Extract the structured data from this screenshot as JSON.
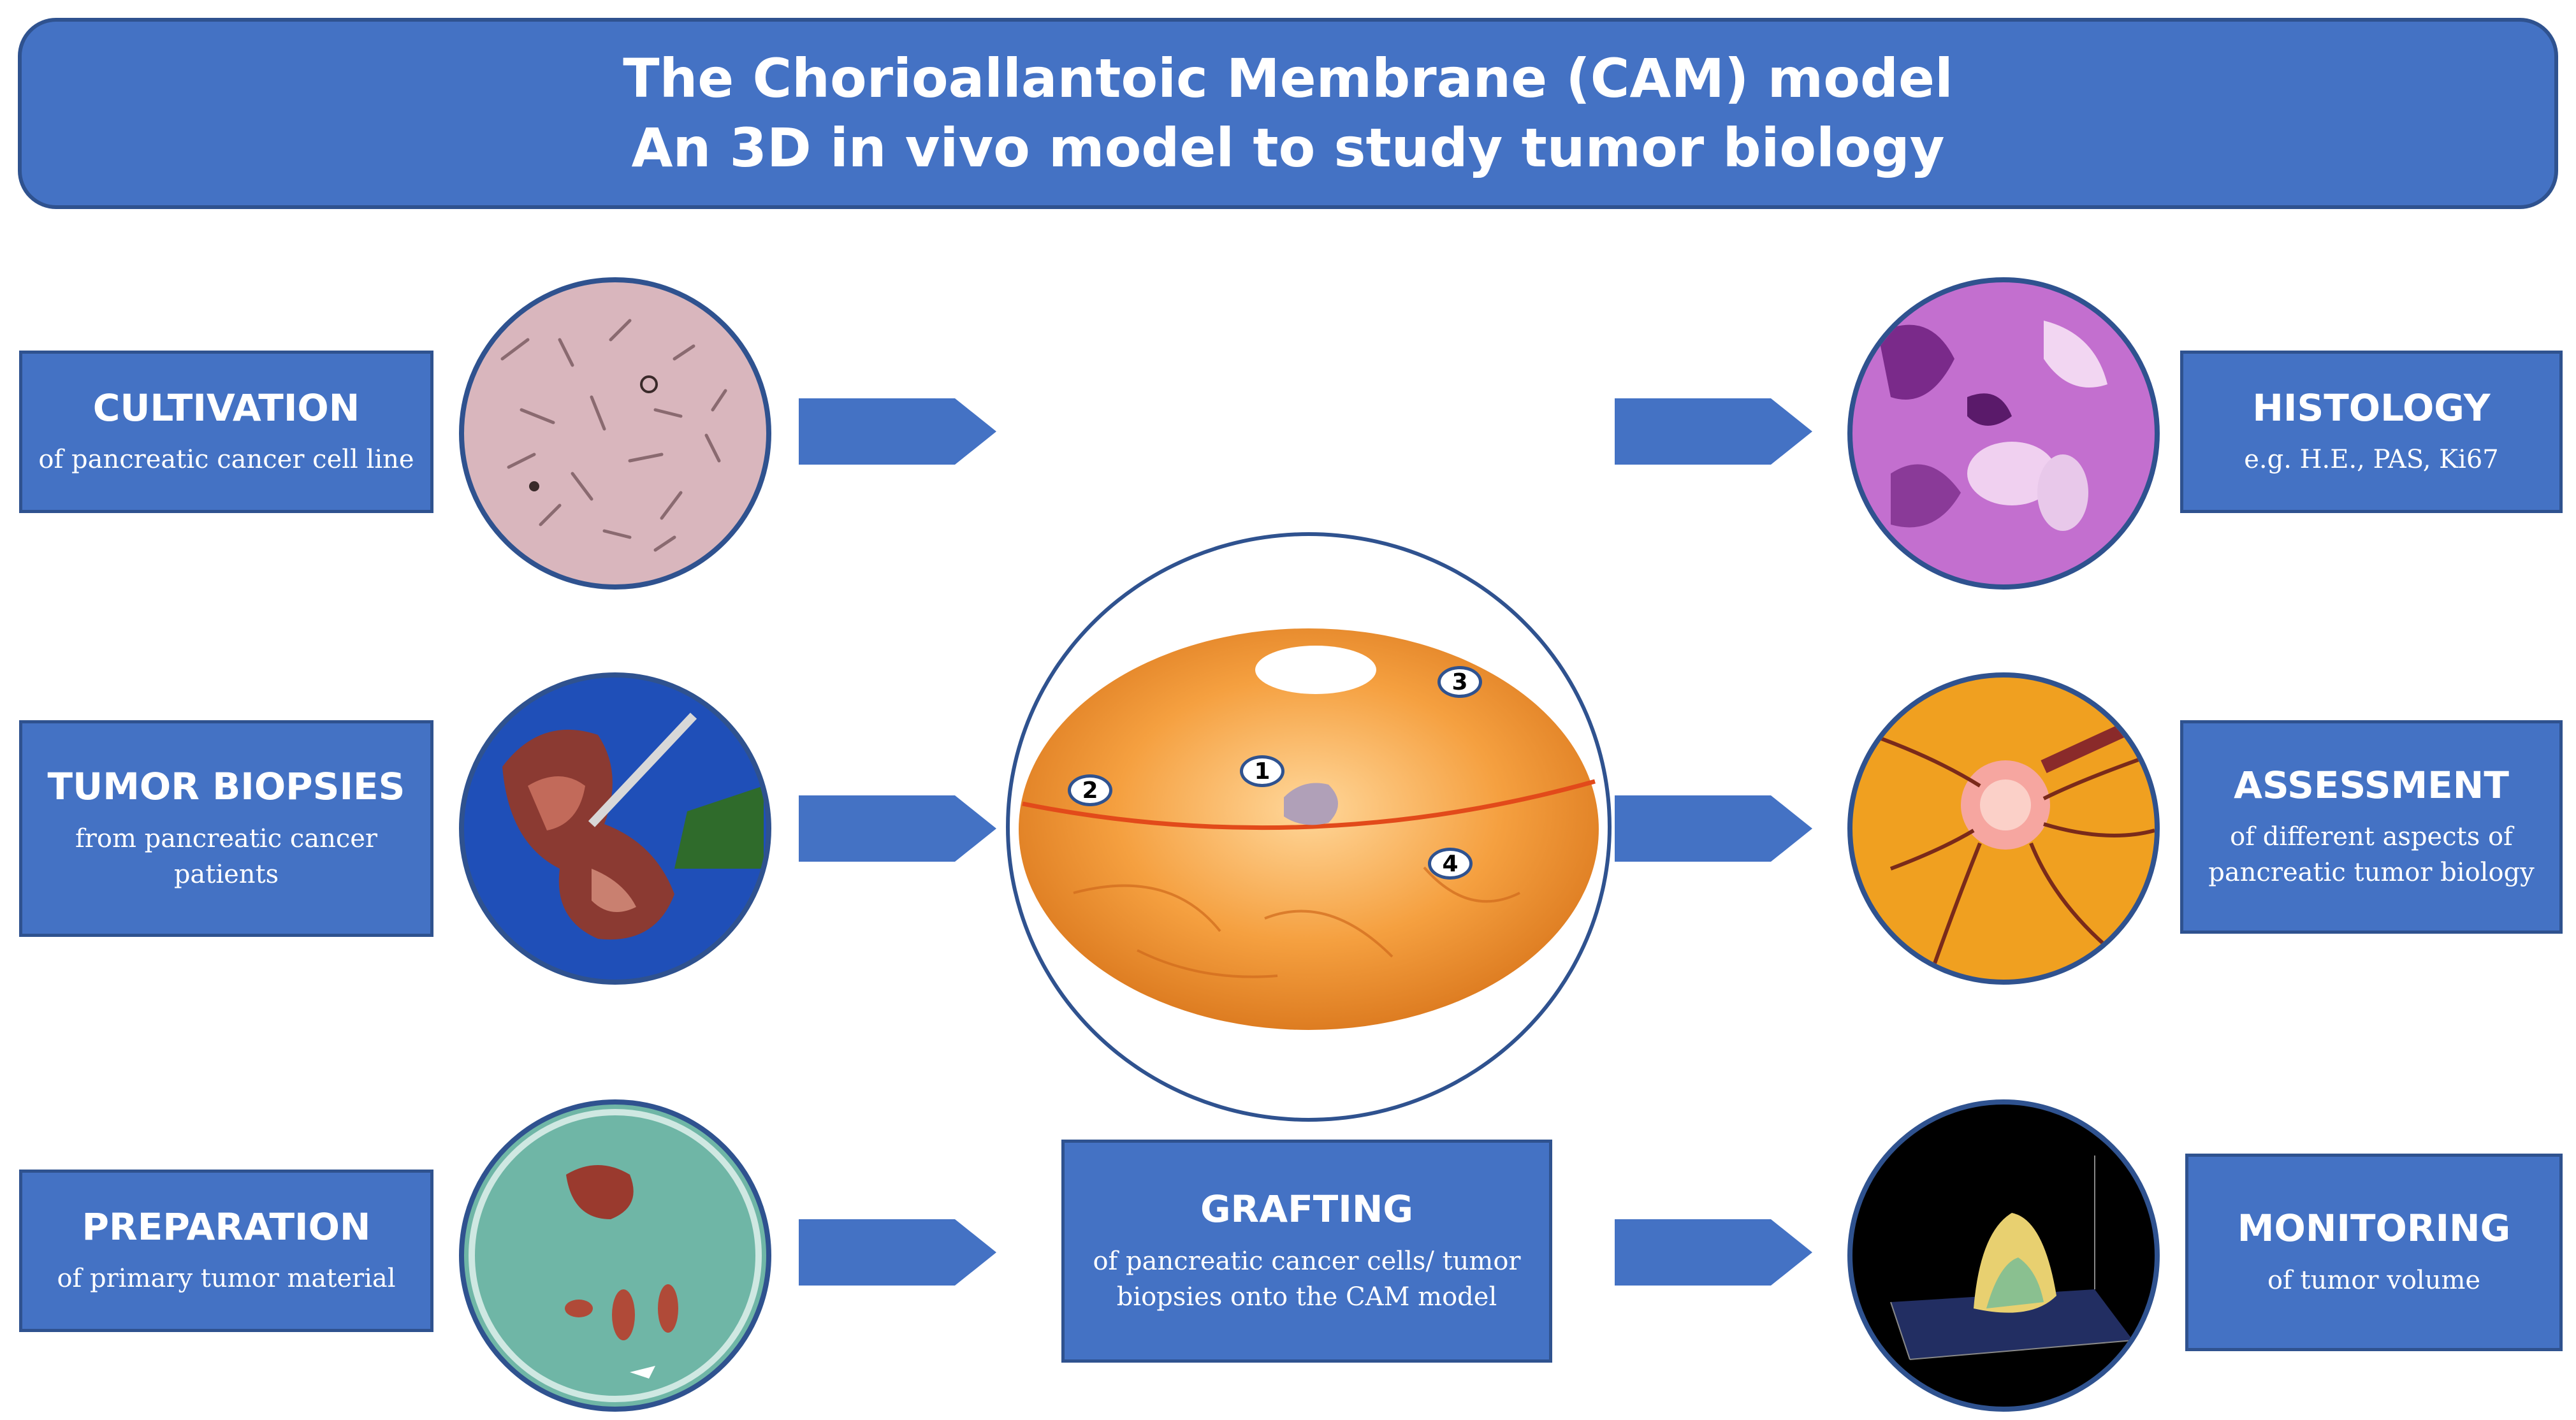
{
  "header": {
    "line1": "The Chorioallantoic Membrane (CAM) model",
    "line2": "An 3D in vivo model to study tumor biology"
  },
  "steps": {
    "cultivation": {
      "title": "CULTIVATION",
      "subtitle": "of pancreatic cancer cell line"
    },
    "biopsies": {
      "title": "TUMOR BIOPSIES",
      "subtitle": "from pancreatic cancer patients"
    },
    "preparation": {
      "title": "PREPARATION",
      "subtitle": "of primary tumor material"
    },
    "grafting": {
      "title": "GRAFTING",
      "subtitle": "of pancreatic cancer cells/ tumor biopsies onto the CAM model"
    },
    "histology": {
      "title": "HISTOLOGY",
      "subtitle": "e.g. H.E., PAS, Ki67"
    },
    "assessment": {
      "title": "ASSESSMENT",
      "subtitle": "of different aspects of pancreatic tumor biology"
    },
    "monitoring": {
      "title": "MONITORING",
      "subtitle": "of tumor volume"
    }
  },
  "egg_markers": [
    "1",
    "2",
    "3",
    "4"
  ],
  "colors": {
    "box_fill": "#4472c4",
    "box_border": "#2f528f",
    "egg": "#f08a24"
  }
}
